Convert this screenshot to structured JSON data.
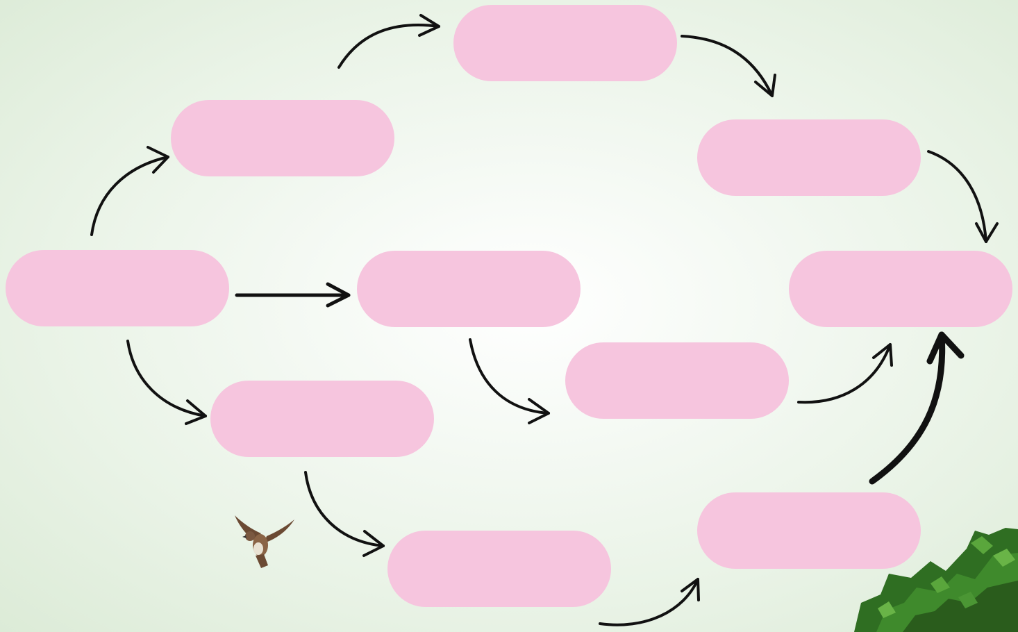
{
  "diagram": {
    "node_color": "#f6c5de",
    "arrow_color": "#111111",
    "nodes": [
      {
        "id": "n1",
        "label": ""
      },
      {
        "id": "n2",
        "label": ""
      },
      {
        "id": "n3",
        "label": ""
      },
      {
        "id": "n4",
        "label": ""
      },
      {
        "id": "n5",
        "label": ""
      },
      {
        "id": "n6",
        "label": ""
      },
      {
        "id": "n7",
        "label": ""
      },
      {
        "id": "n8",
        "label": ""
      },
      {
        "id": "n9",
        "label": ""
      },
      {
        "id": "n10",
        "label": ""
      },
      {
        "id": "n11",
        "label": ""
      }
    ],
    "edges": [
      {
        "from": "n1",
        "to": "n2"
      },
      {
        "from": "n1",
        "to": "n6"
      },
      {
        "from": "n1",
        "to": "n7"
      },
      {
        "from": "n2",
        "to": "n3"
      },
      {
        "from": "n3",
        "to": "n4"
      },
      {
        "from": "n4",
        "to": "n5"
      },
      {
        "from": "n6",
        "to": "n8"
      },
      {
        "from": "n7",
        "to": "n9"
      },
      {
        "from": "n8",
        "to": "n5"
      },
      {
        "from": "n9",
        "to": "n10"
      },
      {
        "from": "n10",
        "to": "n5"
      }
    ],
    "decorations": [
      "bird-illustration",
      "tree-foliage"
    ]
  }
}
